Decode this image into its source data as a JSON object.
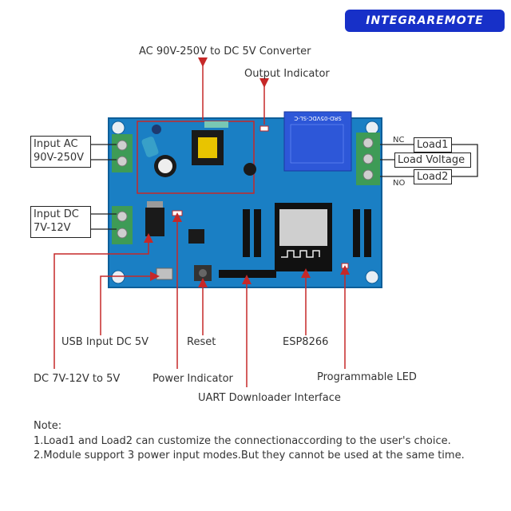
{
  "brand": {
    "logo_text": "INTEGRAREMOTE",
    "color": "#1730c8"
  },
  "board": {
    "relay_model": "SRD-05VDC-SL-C",
    "pcb_color": "#1a7fc4",
    "accent": "#c62828"
  },
  "labels": {
    "ac_converter": "AC 90V-250V to DC 5V Converter",
    "output_indicator": "Output Indicator",
    "input_ac_line1": "Input AC",
    "input_ac_line2": "90V-250V",
    "input_dc_line1": "Input DC",
    "input_dc_line2": "7V-12V",
    "nc": "NC",
    "no": "NO",
    "load1": "Load1",
    "load_voltage": "Load Voltage",
    "load2": "Load2",
    "usb_input": "USB Input DC 5V",
    "reset": "Reset",
    "esp8266": "ESP8266",
    "dc_converter": "DC 7V-12V to 5V",
    "power_indicator": "Power Indicator",
    "programmable_led": "Programmable LED",
    "uart": "UART Downloader Interface"
  },
  "notes": {
    "title": "Note:",
    "line1": "1.Load1 and Load2 can customize the connectionaccording to the user's choice.",
    "line2": "2.Module support 3 power input modes.But they cannot be used at the same time."
  }
}
